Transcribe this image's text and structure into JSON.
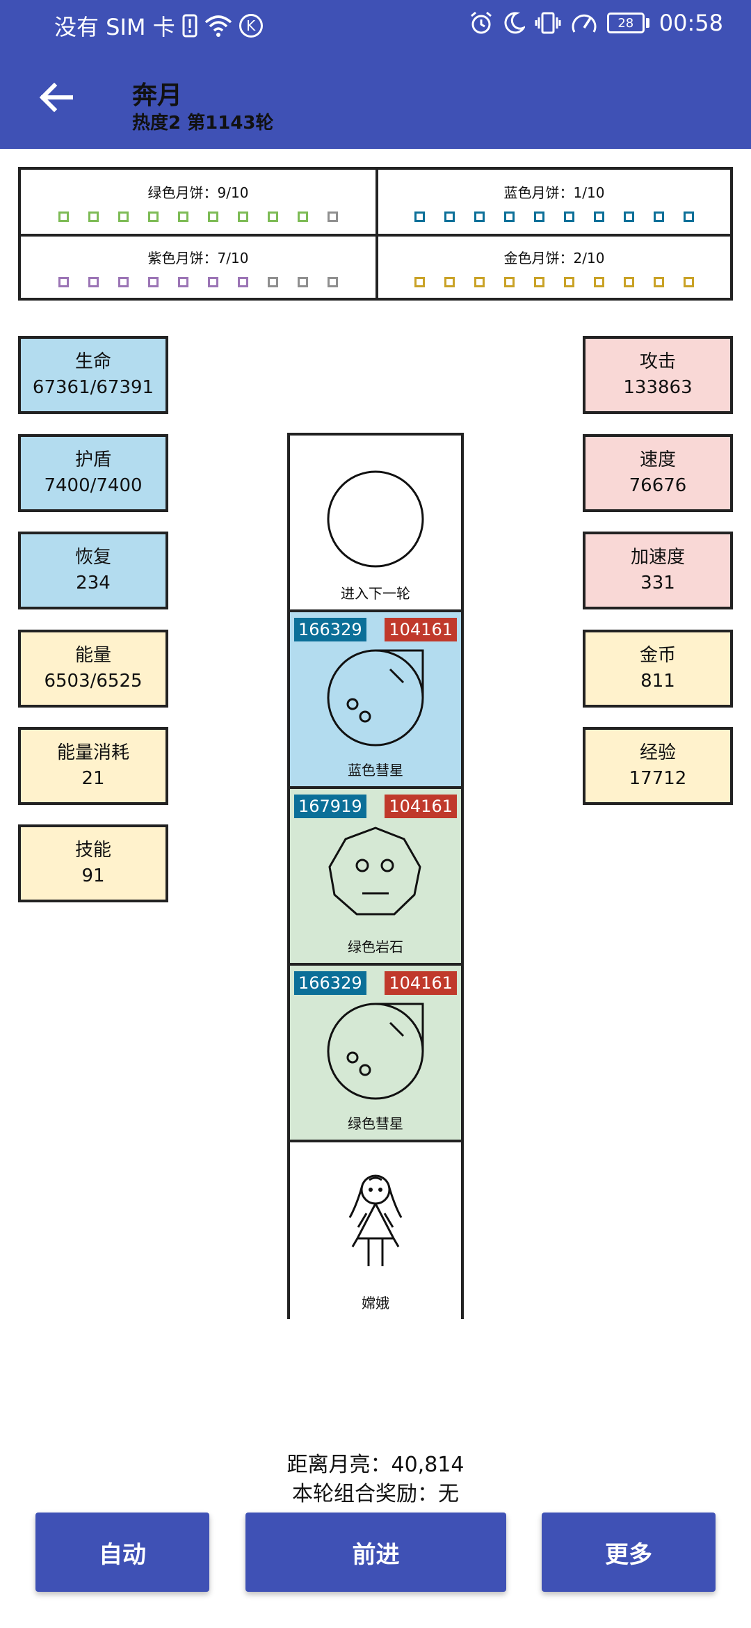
{
  "status_bar": {
    "carrier": "没有 SIM 卡",
    "k_badge": "K",
    "battery": "28",
    "time": "00:58",
    "icons": [
      "alert-icon",
      "wifi-icon",
      "alarm-icon",
      "moon-icon",
      "vibrate-icon",
      "speed-icon",
      "battery-icon"
    ]
  },
  "app_bar": {
    "title": "奔月",
    "subtitle": "热度2 第1143轮"
  },
  "mooncakes": [
    {
      "label": "绿色月饼：9/10",
      "color": "#7dbb55",
      "count": 9,
      "total": 10
    },
    {
      "label": "蓝色月饼：1/10",
      "color": "#0b6f98",
      "count": 1,
      "total": 10
    },
    {
      "label": "紫色月饼：7/10",
      "color": "#9b74b5",
      "count": 7,
      "total": 10
    },
    {
      "label": "金色月饼：2/10",
      "color": "#c9a227",
      "count": 2,
      "total": 10
    }
  ],
  "left_stats": [
    {
      "name": "生命",
      "value": "67361/67391",
      "theme": "blue"
    },
    {
      "name": "护盾",
      "value": "7400/7400",
      "theme": "blue"
    },
    {
      "name": "恢复",
      "value": "234",
      "theme": "blue"
    },
    {
      "name": "能量",
      "value": "6503/6525",
      "theme": "yellow"
    },
    {
      "name": "能量消耗",
      "value": "21",
      "theme": "yellow"
    },
    {
      "name": "技能",
      "value": "91",
      "theme": "yellow"
    }
  ],
  "right_stats": [
    {
      "name": "攻击",
      "value": "133863",
      "theme": "pink"
    },
    {
      "name": "速度",
      "value": "76676",
      "theme": "pink"
    },
    {
      "name": "加速度",
      "value": "331",
      "theme": "pink"
    },
    {
      "name": "金币",
      "value": "811",
      "theme": "yellow"
    },
    {
      "name": "经验",
      "value": "17712",
      "theme": "yellow"
    }
  ],
  "column": [
    {
      "kind": "next",
      "name": "进入下一轮",
      "bg": "#ffffff"
    },
    {
      "kind": "comet",
      "name": "蓝色彗星",
      "hp": "166329",
      "atk": "104161",
      "bg": "#b3dcef"
    },
    {
      "kind": "rock",
      "name": "绿色岩石",
      "hp": "167919",
      "atk": "104161",
      "bg": "#d5e8d4"
    },
    {
      "kind": "comet",
      "name": "绿色彗星",
      "hp": "166329",
      "atk": "104161",
      "bg": "#d5e8d4"
    },
    {
      "kind": "player",
      "name": "嫦娥",
      "bg": "#ffffff"
    }
  ],
  "footer": {
    "distance": "距离月亮：40,814",
    "bonus": "本轮组合奖励：无"
  },
  "buttons": {
    "auto": "自动",
    "forward": "前进",
    "more": "更多"
  }
}
